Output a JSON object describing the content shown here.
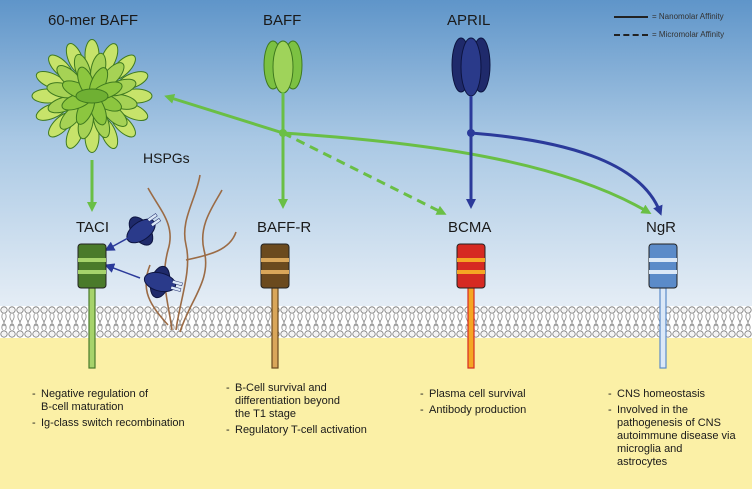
{
  "legend": {
    "items": [
      {
        "style": "solid",
        "label": "= Nanomolar Affinity"
      },
      {
        "style": "dashed",
        "label": "= Micromolar Affinity"
      }
    ]
  },
  "ligands": {
    "baff60": {
      "label": "60-mer BAFF",
      "color": "#7cc142"
    },
    "baff": {
      "label": "BAFF",
      "color": "#8cc63f"
    },
    "april": {
      "label": "APRIL",
      "color": "#1f2a6b"
    }
  },
  "hspgs": {
    "label": "HSPGs"
  },
  "receptors": [
    {
      "label": "TACI",
      "color": "#4a7a2a",
      "band": "#a6d36b",
      "functions": [
        "Negative regulation of\nB-cell maturation",
        "Ig-class switch recombination"
      ]
    },
    {
      "label": "BAFF-R",
      "color": "#6b4a1e",
      "band": "#d9a65a",
      "functions": [
        "B-Cell survival and\ndifferentiation beyond\nthe T1 stage",
        "Regulatory T-cell activation"
      ]
    },
    {
      "label": "BCMA",
      "color": "#d62a22",
      "band": "#f5a623",
      "functions": [
        "Plasma cell survival",
        "Antibody production"
      ]
    },
    {
      "label": "NgR",
      "color": "#5b8bc9",
      "band": "#dbe8f7",
      "functions": [
        "CNS homeostasis",
        "Involved in the\npathogenesis of CNS\nautoimmune disease via\nmicroglia and\nastrocytes"
      ]
    }
  ],
  "colors": {
    "baff_arrow": "#6abf45",
    "april_arrow": "#2b3a9a",
    "membrane_head": "#f2f2f2",
    "cytoplasm": "#fbf0a6"
  }
}
